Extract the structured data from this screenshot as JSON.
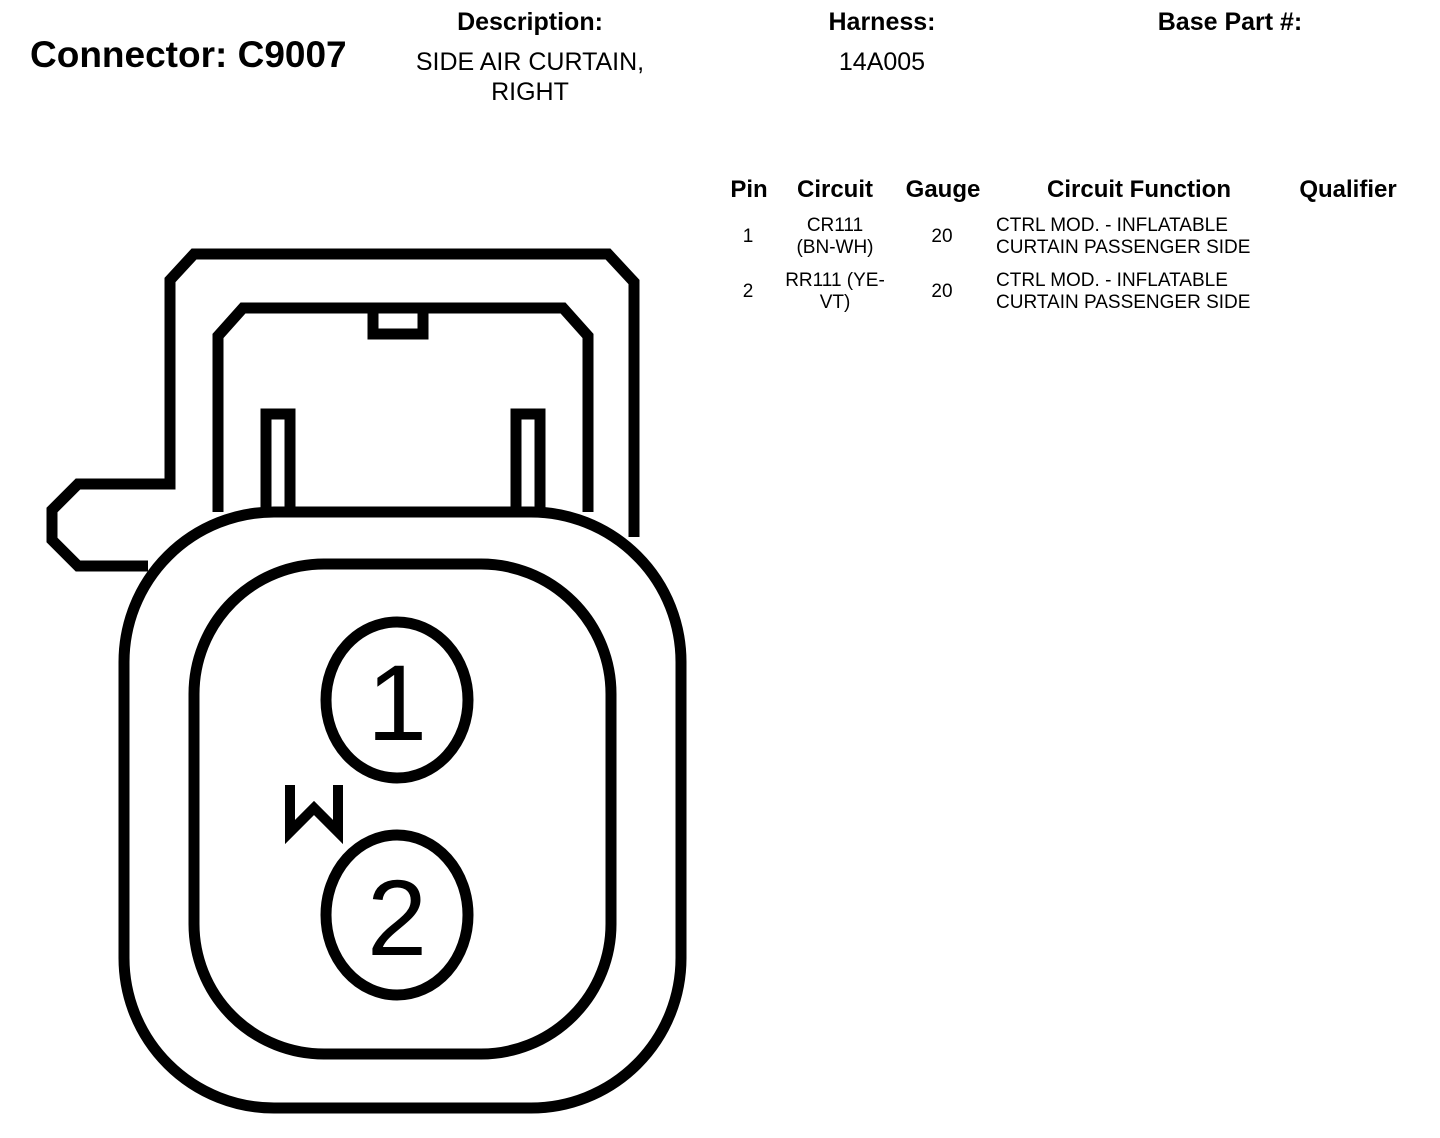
{
  "connector_title": "Connector: C9007",
  "description": {
    "label": "Description:",
    "line1": "SIDE AIR CURTAIN,",
    "line2": "RIGHT"
  },
  "harness": {
    "label": "Harness:",
    "value": "14A005"
  },
  "base_part": {
    "label": "Base Part #:"
  },
  "table": {
    "headers": {
      "pin": "Pin",
      "circuit": "Circuit",
      "gauge": "Gauge",
      "function": "Circuit Function",
      "qualifier": "Qualifier"
    },
    "rows": [
      {
        "pin": "1",
        "circuit_line1": "CR111",
        "circuit_line2": "(BN-WH)",
        "gauge": "20",
        "function_line1": "CTRL MOD. - INFLATABLE",
        "function_line2": "CURTAIN PASSENGER SIDE",
        "qualifier": ""
      },
      {
        "pin": "2",
        "circuit_line1": "RR111 (YE-",
        "circuit_line2": "VT)",
        "gauge": "20",
        "function_line1": "CTRL MOD. - INFLATABLE",
        "function_line2": "CURTAIN PASSENGER SIDE",
        "qualifier": ""
      }
    ]
  },
  "diagram": {
    "pin_labels": [
      "1",
      "2"
    ],
    "marker": "W",
    "stroke_color": "#000000"
  }
}
